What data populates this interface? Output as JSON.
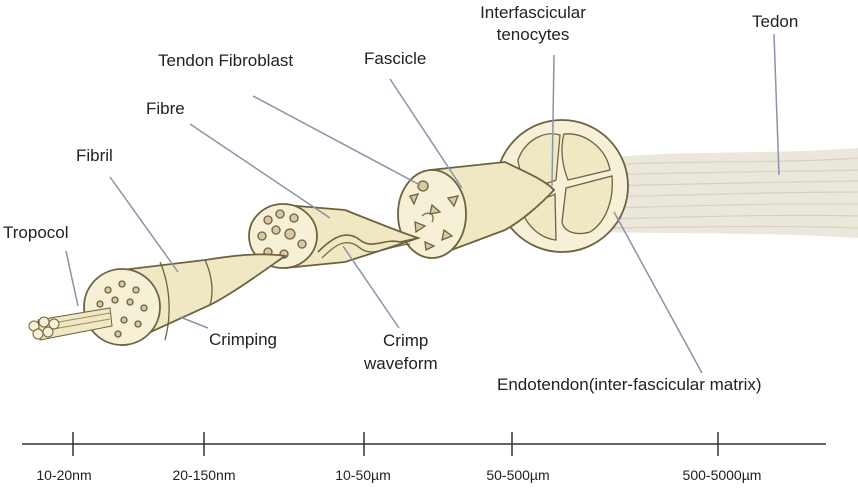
{
  "labels": {
    "tropocol": "Tropocol",
    "fibril": "Fibril",
    "fibre": "Fibre",
    "tendon_fibroblast": "Tendon Fibroblast",
    "fascicle": "Fascicle",
    "interfascicular_line1": "Interfascicular",
    "interfascicular_line2": "tenocytes",
    "tedon": "Tedon",
    "crimping": "Crimping",
    "crimp_waveform_line1": "Crimp",
    "crimp_waveform_line2": "waveform",
    "endotendon": "Endotendon(inter-fascicular matrix)"
  },
  "scale": {
    "ticks": [
      "10-20nm",
      "20-150nm",
      "10-50µm",
      "50-500µm",
      "500-5000µm"
    ]
  },
  "colors": {
    "tissue_fill": "#efe8c3",
    "tissue_light": "#f5f0d6",
    "outline": "#6e6240",
    "dots": "#d7c9a6",
    "leader_line": "#8994a8",
    "tendon_strands": "#e4e0d2"
  }
}
